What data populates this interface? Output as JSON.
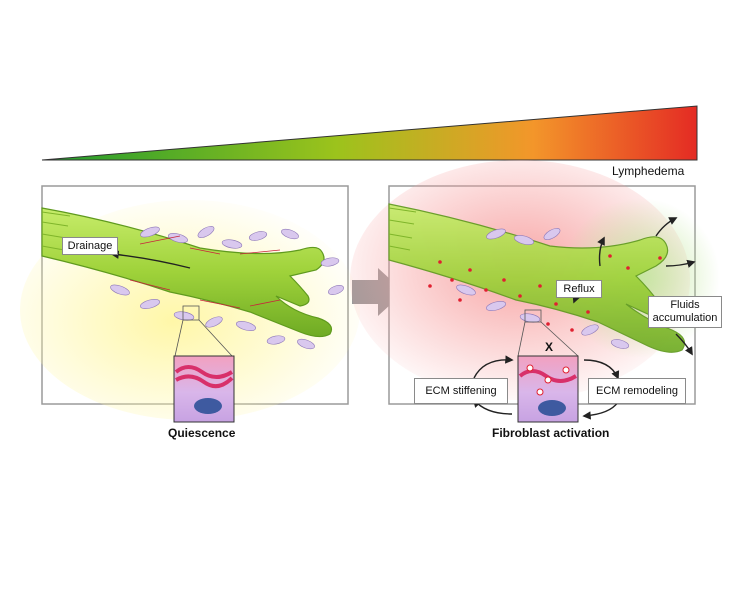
{
  "gradient_bar": {
    "colors": [
      "#1f9a2e",
      "#9cc31c",
      "#f3962a",
      "#e42b24"
    ],
    "label": "Lymphedema"
  },
  "left_panel": {
    "drainage_label": "Drainage",
    "caption": "Quiescence",
    "background_glow": "#fff7a8"
  },
  "right_panel": {
    "reflux_label": "Reflux",
    "fluids_label": "Fluids accumulation",
    "ecm_stiffening_label": "ECM stiffening",
    "ecm_remodeling_label": "ECM remodeling",
    "inhibit_mark": "X",
    "caption": "Fibroblast activation",
    "background_glow": "#f7a0a0"
  },
  "colors": {
    "vessel": "#9fd23a",
    "vessel_dark": "#5f9a1e",
    "fibroblast": "#d9c8ee",
    "collagen": "#d8306a",
    "arrow_grey": "#9a9a9a"
  }
}
